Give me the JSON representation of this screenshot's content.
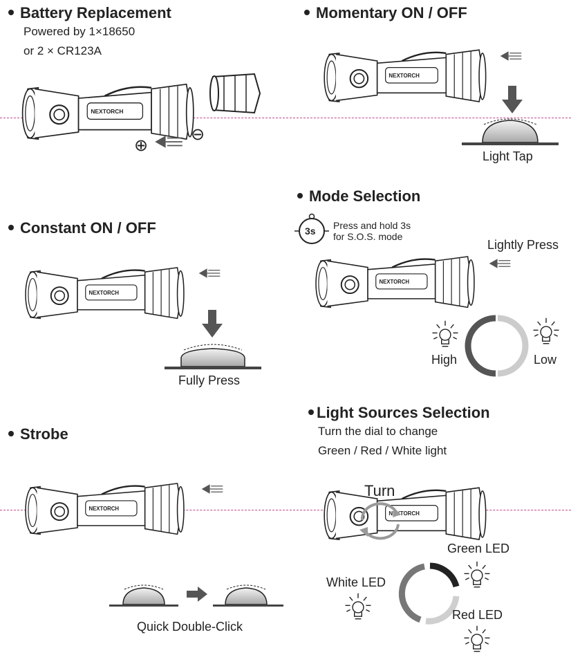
{
  "colors": {
    "guide_line": "#c0468a",
    "ink": "#222222",
    "body_fill": "#ffffff",
    "button_fill": "#cfcfcf"
  },
  "brand": "NEXTORCH",
  "battery": {
    "title": "Battery Replacement",
    "line1": "Powered by 1×18650",
    "line2": "or 2 × CR123A",
    "plus": "⊕",
    "minus": "⊖"
  },
  "momentary": {
    "title": "Momentary ON / OFF",
    "label": "Light Tap"
  },
  "mode": {
    "title": "Mode Selection",
    "timer": "3s",
    "hold1": "Press and hold 3s",
    "hold2": "for S.O.S. mode",
    "press": "Lightly Press",
    "high": "High",
    "low": "Low"
  },
  "constant": {
    "title": "Constant ON / OFF",
    "label": "Fully Press"
  },
  "strobe": {
    "title": "Strobe",
    "label": "Quick Double-Click"
  },
  "sources": {
    "title": "Light Sources Selection",
    "line1": "Turn the dial to change",
    "line2": "Green / Red / White light",
    "turn": "Turn",
    "green": "Green LED",
    "white": "White LED",
    "red": "Red LED"
  }
}
